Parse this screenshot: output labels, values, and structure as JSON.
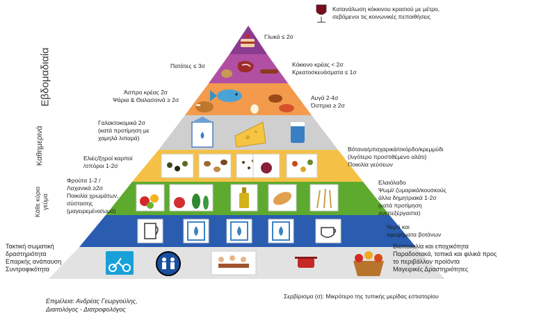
{
  "note_wine": [
    "Κατανάλωση κόκκινου κρασιού με μέτρο,",
    "σεβόμενοι τις κοινωνικές πεποιθήσεις"
  ],
  "side_labels": {
    "weekly": "Εβδομαδιαία",
    "daily": "Καθημερινά",
    "each_meal": [
      "Κάθε κύριο",
      "γεύμα"
    ]
  },
  "tiers": {
    "sweets": "Γλυκά ≤ 2σ",
    "potatoes": "Πατάτες ≤ 3σ",
    "red_meat": [
      "Κόκκινο κρέας < 2σ",
      "Κρεατοσκευάσματα ≤ 1σ"
    ],
    "white_meat_fish": [
      "Άσπρο κρέας 2σ",
      "Ψάρια & Θαλασσινά ≥ 2σ"
    ],
    "eggs_legumes": [
      "Αυγά 2-4σ",
      "Όσπρια ≥ 2σ"
    ],
    "dairy": [
      "Γαλακτοκομικά 2σ",
      "(κατά προτίμηση με",
      "χαμηλά λιπαρά)"
    ],
    "olives_nuts": [
      "Ελιές/ξηροί καρποί",
      "/σπόροι 1-2σ"
    ],
    "herbs": [
      "Βότανα/μπαχαρικά/σκόρδο/κρεμμύδι",
      "(λιγότερο προστιθέμενο αλάτι)",
      "Ποικιλία γεύσεων"
    ],
    "fruits_veg": [
      "Φρούτα 1-2 /",
      "Λαχανικά ≥2σ",
      "Ποικιλία χρωμάτων,",
      "σύστασης",
      "(μαγειρεμένα/ωμά)"
    ],
    "grains_oil": [
      "Ελαιόλαδο",
      "Ψωμί/ ζυμαρικά/κουσκούς",
      "άλλα δημητριακά 1-2σ",
      "(κατά προτίμηση",
      "ανεπεξέργαστα)"
    ],
    "water": [
      "Νερό και",
      "αφεψήματα βοτάνων"
    ],
    "lifestyle_left": [
      "Τακτική σωματική",
      "δραστηριότητα",
      "Επαρκής ανάπαυση",
      "Συντροφικότητα"
    ],
    "lifestyle_right": [
      "Βιοποικιλία και εποχικότητα",
      "Παραδοσιακά, τοπικά και φιλικά προς",
      "το περιβάλλον προϊόντα",
      "Μαγειρικές Δραστηριότητες"
    ]
  },
  "footer": {
    "credit": [
      "Επιμέλεια: Ανδρέας Γεωργούλης,",
      "Διαιτολόγος - Διατροφολόγος"
    ],
    "serving": "Σερβίρισμα (σ): Μικρότερο της τυπικής μερίδας εστιατορίου"
  },
  "colors": {
    "tier_sweets": "#8a3a8f",
    "tier_red": "#b14fa3",
    "tier_orange": "#f39a4d",
    "tier_dairy": "#cfcfcf",
    "tier_yellow": "#f5c046",
    "tier_green": "#5daa2f",
    "tier_blue": "#2a5cb0",
    "tier_base": "#e2e2e2"
  }
}
